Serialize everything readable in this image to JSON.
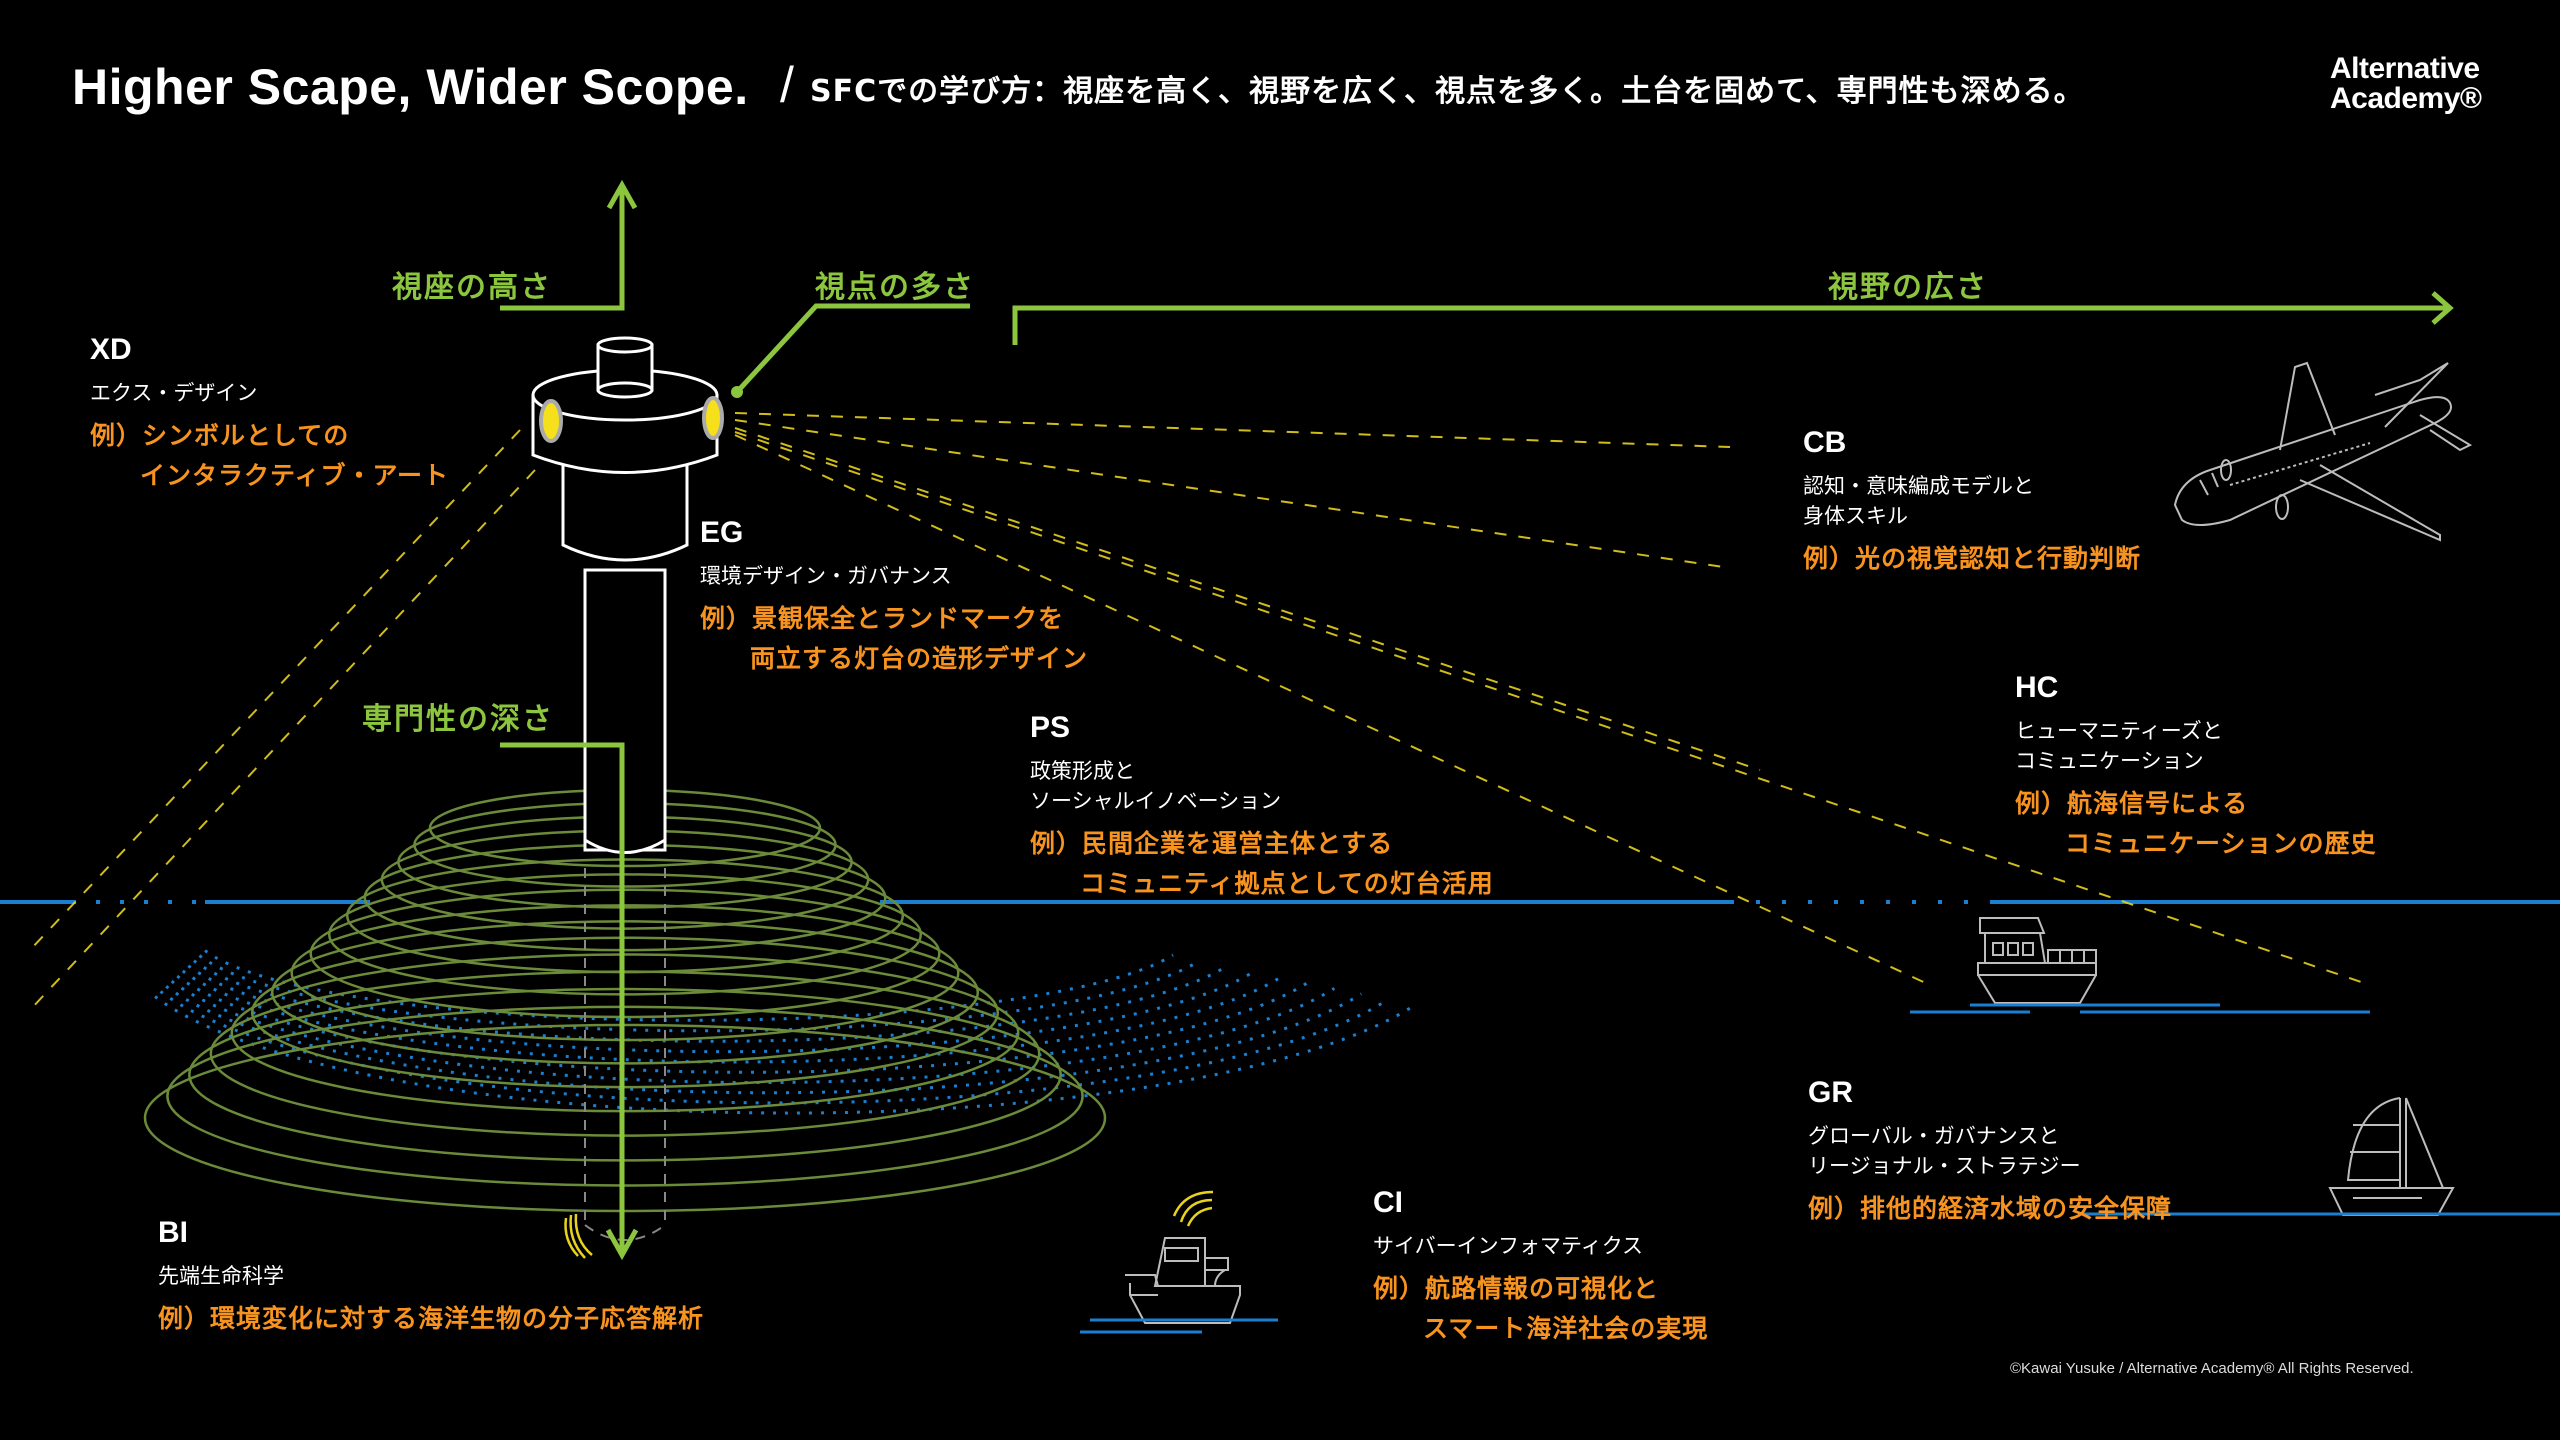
{
  "header": {
    "title": "Higher Scape, Wider Scope.",
    "slash": "/",
    "subtitle": "SFCでの学び方：視座を高く、視野を広く、視点を多く。土台を固めて、専門性も深める。",
    "logo_line1": "Alternative",
    "logo_line2": "Academy®"
  },
  "axes": {
    "height": "視座の高さ",
    "viewpoints": "視点の多さ",
    "breadth": "視野の広さ",
    "depth": "専門性の深さ"
  },
  "colors": {
    "background": "#000000",
    "axis_green": "#8cc63f",
    "example_orange": "#f7931e",
    "beam_yellow": "#e8d21d",
    "sea_blue": "#1a7fd0",
    "contour_olive": "#6b8a3a",
    "outline_white": "#ffffff",
    "vehicle_gray": "#bdbdbd"
  },
  "programs": [
    {
      "id": "xd",
      "code": "XD",
      "field": [
        "エクス・デザイン"
      ],
      "example": [
        "例）シンボルとしての",
        "インタラクティブ・アート"
      ]
    },
    {
      "id": "eg",
      "code": "EG",
      "field": [
        "環境デザイン・ガバナンス"
      ],
      "example": [
        "例）景観保全とランドマークを",
        "両立する灯台の造形デザイン"
      ]
    },
    {
      "id": "ps",
      "code": "PS",
      "field": [
        "政策形成と",
        "ソーシャルイノベーション"
      ],
      "example": [
        "例）民間企業を運営主体とする",
        "コミュニティ拠点としての灯台活用"
      ]
    },
    {
      "id": "cb",
      "code": "CB",
      "field": [
        "認知・意味編成モデルと",
        "身体スキル"
      ],
      "example": [
        "例）光の視覚認知と行動判断"
      ]
    },
    {
      "id": "hc",
      "code": "HC",
      "field": [
        "ヒューマニティーズと",
        "コミュニケーション"
      ],
      "example": [
        "例）航海信号による",
        "コミュニケーションの歴史"
      ]
    },
    {
      "id": "gr",
      "code": "GR",
      "field": [
        "グローバル・ガバナンスと",
        "リージョナル・ストラテジー"
      ],
      "example": [
        "例）排他的経済水域の安全保障"
      ]
    },
    {
      "id": "bi",
      "code": "BI",
      "field": [
        "先端生命科学"
      ],
      "example": [
        "例）環境変化に対する海洋生物の分子応答解析"
      ]
    },
    {
      "id": "ci",
      "code": "CI",
      "field": [
        "サイバーインフォマティクス"
      ],
      "example": [
        "例）航路情報の可視化と",
        "スマート海洋社会の実現"
      ]
    }
  ],
  "footer": {
    "copyright": "©Kawai Yusuke / Alternative Academy® All Rights Reserved."
  }
}
